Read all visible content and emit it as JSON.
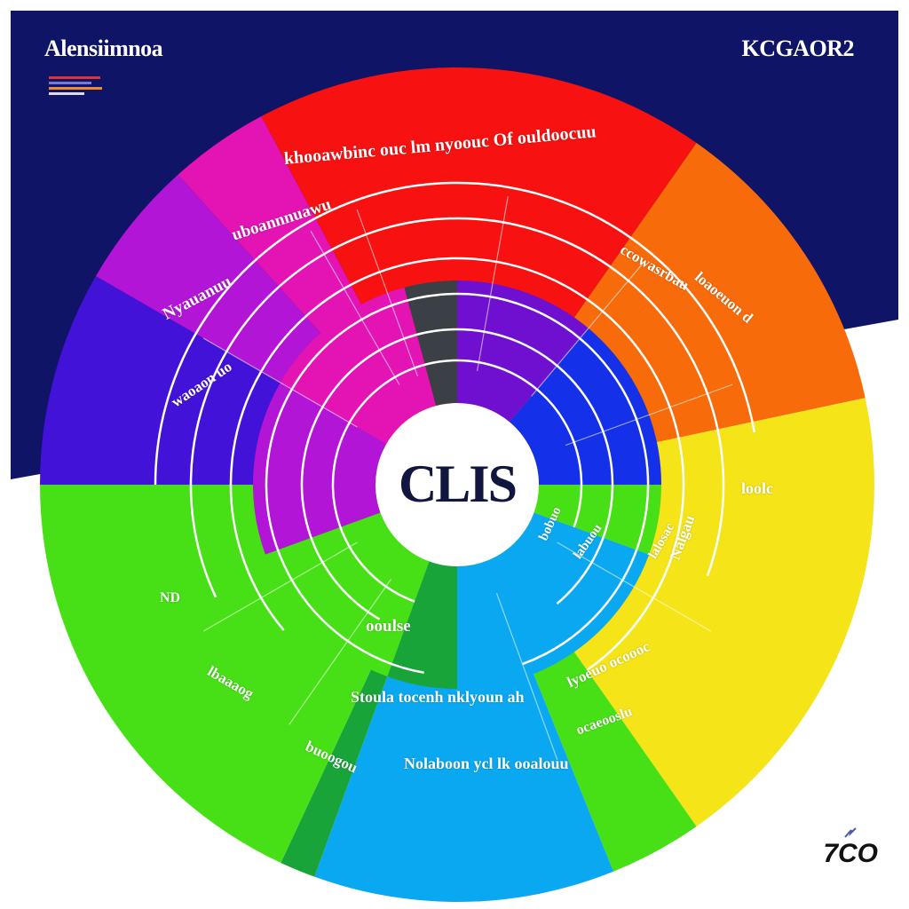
{
  "header": {
    "title_left": "Alensiimnoa",
    "title_right": "KCGAOR2"
  },
  "center": {
    "label": "CLIS"
  },
  "segment_labels": [
    "khooawbinc ouc lm nyoouc Of ouldoocuu",
    "uboannnuawu",
    "Nyauanuu",
    "waoaon uo",
    "ccowasrbau",
    "loaoeuon d",
    "loolc",
    "bobuo",
    "labuou",
    "lalosac",
    "ND",
    "lbaaaog",
    "ooulse",
    "Stoula tocenh nklyoun ah",
    "lyoeuo ocoooc",
    "buoogou",
    "Nolaboon ycl lk ooalouu",
    "ocaeooslu",
    "Nalgau"
  ],
  "footer": {
    "logo_text": "7CO"
  },
  "colors": {
    "navy": "#0f1466",
    "magenta": "#e413b4",
    "red": "#f71111",
    "orange": "#f76b0a",
    "yellow": "#f5e418",
    "green": "#47e016",
    "dark_green": "#18a438",
    "sky_blue": "#0aa8f0",
    "blue": "#1430e8",
    "violet": "#6f0fd0",
    "purple": "#b315d6",
    "indigo": "#4312d9",
    "gray": "#3b3f46"
  }
}
